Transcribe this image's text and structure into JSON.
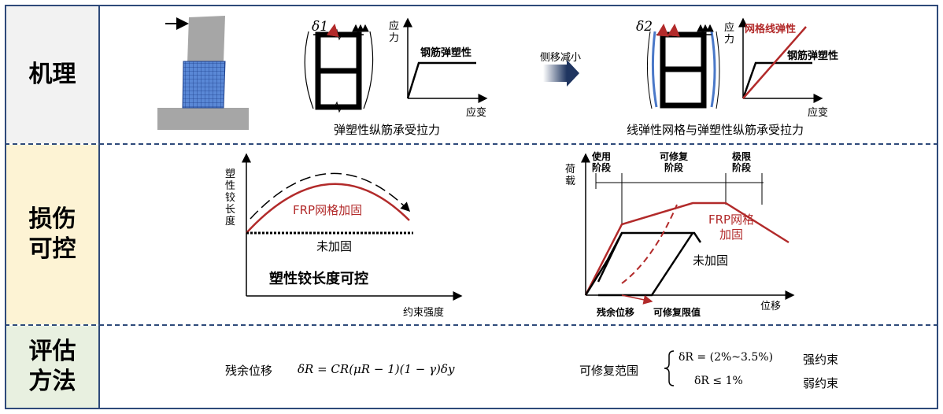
{
  "rows": [
    {
      "label": "机理",
      "bg": "#f2f2f2"
    },
    {
      "label": "损伤\n可控",
      "bg": "#fdf3d4"
    },
    {
      "label": "评估\n方法",
      "bg": "#e8f0e0"
    }
  ],
  "mechanism": {
    "left_delta": "δ1",
    "left_y_axis": "应力",
    "left_x_axis": "应变",
    "left_curve_label": "钢筋弹塑性",
    "left_caption": "弹塑性纵筋承受拉力",
    "arrow_label": "侧移减小",
    "right_delta": "δ2",
    "right_y_axis": "应力",
    "right_x_axis": "应变",
    "right_curve_label_1": "网格线弹性",
    "right_curve_label_2": "钢筋弹塑性",
    "right_caption": "线弹性网格与弹塑性纵筋承受拉力"
  },
  "damage": {
    "left_y_axis": "塑性铰长度",
    "left_x_axis": "约束强度",
    "frp_label": "FRP网格加固",
    "unreinforced_label": "未加固",
    "left_caption": "塑性铰长度可控",
    "right_y_axis": "荷载",
    "right_x_axis": "位移",
    "stage_service": "使用\n阶段",
    "stage_repairable": "可修复\n阶段",
    "stage_ultimate": "极限\n阶段",
    "right_frp_label": "FRP网格\n加固",
    "right_unreinforced_label": "未加固",
    "residual_label": "残余位移",
    "repair_limit_label": "可修复限值"
  },
  "evaluation": {
    "residual_label": "残余位移",
    "residual_formula": "δR = CR(μR − 1)(1 − γ)δy",
    "range_label": "可修复范围",
    "range_strong": "δR = (2%~3.5%)",
    "range_weak": "δR ≤ 1%",
    "strong_label": "强约束",
    "weak_label": "弱约束"
  },
  "colors": {
    "border": "#2e4a7a",
    "frp": "#b22a2a",
    "mesh": "#4a78c8"
  }
}
